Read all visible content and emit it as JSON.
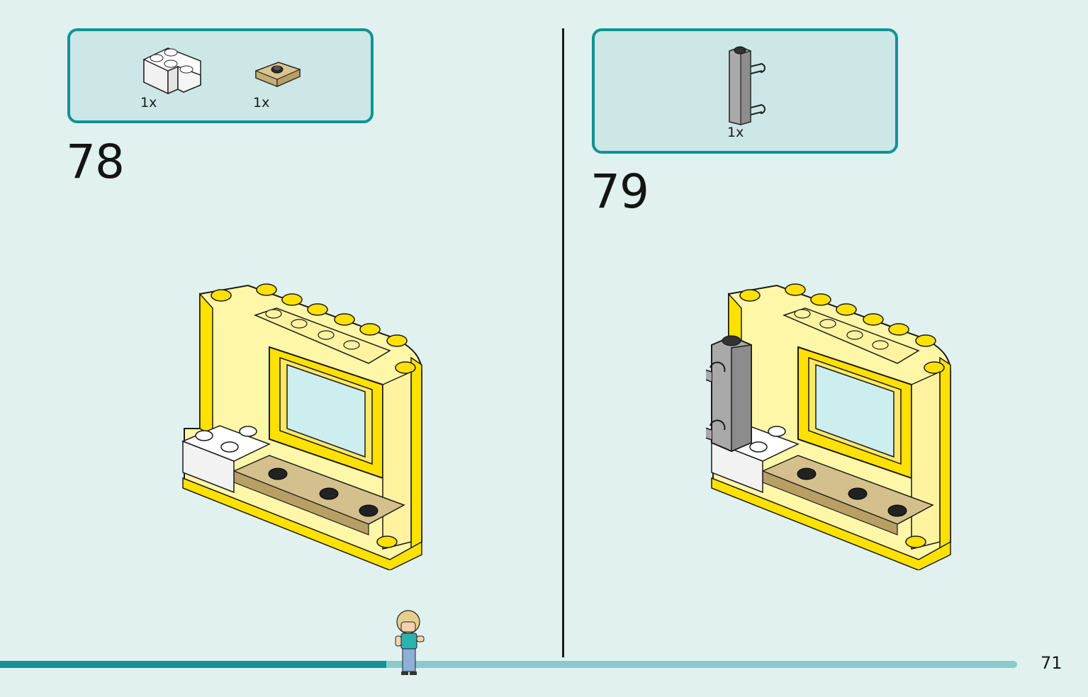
{
  "page": {
    "number": "71",
    "progress_fraction": 0.38
  },
  "steps": [
    {
      "number": "78",
      "parts": [
        {
          "name": "white-corner-brick-icon",
          "qty": "1x"
        },
        {
          "name": "tan-jumper-plate-icon",
          "qty": "1x"
        }
      ]
    },
    {
      "number": "79",
      "parts": [
        {
          "name": "gray-brick-with-clips-icon",
          "qty": "1x"
        }
      ]
    }
  ],
  "colors": {
    "accent": "#0f9494",
    "background": "#e0f1f0",
    "yellow": "#ffe100",
    "light_yellow": "#fff7a8",
    "tan": "#d4c08c",
    "gray": "#a9a9a9"
  }
}
